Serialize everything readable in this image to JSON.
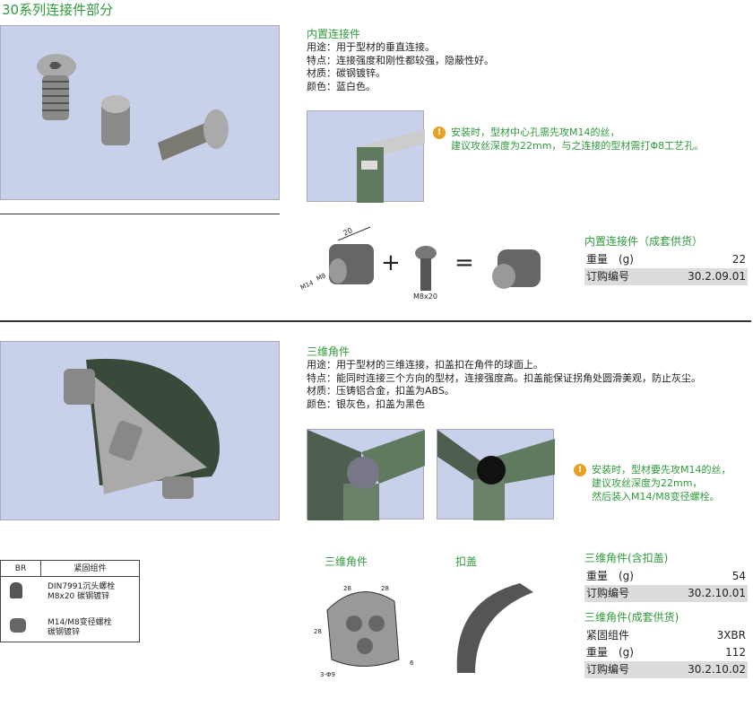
{
  "page_title": "30系列连接件部分",
  "s1": {
    "heading": "内置连接件",
    "desc": [
      "用途：用于型材的垂直连接。",
      "特点：连接强度和刚性都较强，隐蔽性好。",
      "材质：碳钢镀锌。",
      "颜色：蓝白色。"
    ],
    "note": [
      "安装时，型材中心孔需先攻M14的丝，",
      "建议攻丝深度为22mm，与之连接的型材需打Φ8工艺孔。"
    ],
    "diagram": {
      "dim_length": "20",
      "dim_m8": "M8",
      "dim_m14": "M14",
      "bolt_label": "M8x20",
      "plus": "+",
      "equals": "="
    },
    "spec": {
      "heading": "内置连接件（成套供货）",
      "rows": [
        {
          "label": "重量　(g)",
          "value": "22"
        },
        {
          "label": "订购编号",
          "value": "30.2.09.01"
        }
      ]
    }
  },
  "s2": {
    "heading": "三维角件",
    "desc": [
      "用途：用于型材的三维连接，扣盖扣在角件的球面上。",
      "特点：能同时连接三个方向的型材，连接强度高。扣盖能保证拐角处圆滑美观，防止灰尘。",
      "材质：压铸铝合金，扣盖为ABS。",
      "颜色：银灰色，扣盖为黑色"
    ],
    "note": [
      "安装时，型材要先攻M14的丝，",
      "建议攻丝深度为22mm，",
      "然后装入M14/M8变径螺栓。"
    ],
    "label_corner": "三维角件",
    "label_cap": "扣盖",
    "dims": {
      "a": "28",
      "b": "28",
      "c": "28",
      "d": "6",
      "e": "3-Φ9"
    },
    "br_table": {
      "col1": "BR",
      "col2": "紧固组件",
      "items": [
        [
          "DIN7991沉头螺栓",
          "M8x20 碳钢镀锌"
        ],
        [
          "M14/M8变径螺栓",
          "碳钢镀锌"
        ]
      ]
    },
    "spec1": {
      "heading": "三维角件(含扣盖)",
      "rows": [
        {
          "label": "重量　(g)",
          "value": "54"
        },
        {
          "label": "订购编号",
          "value": "30.2.10.01"
        }
      ]
    },
    "spec2": {
      "heading": "三维角件(成套供货)",
      "rows": [
        {
          "label": "紧固组件",
          "value": "3XBR"
        },
        {
          "label": "重量　(g)",
          "value": "112"
        },
        {
          "label": "订购编号",
          "value": "30.2.10.02"
        }
      ]
    }
  }
}
